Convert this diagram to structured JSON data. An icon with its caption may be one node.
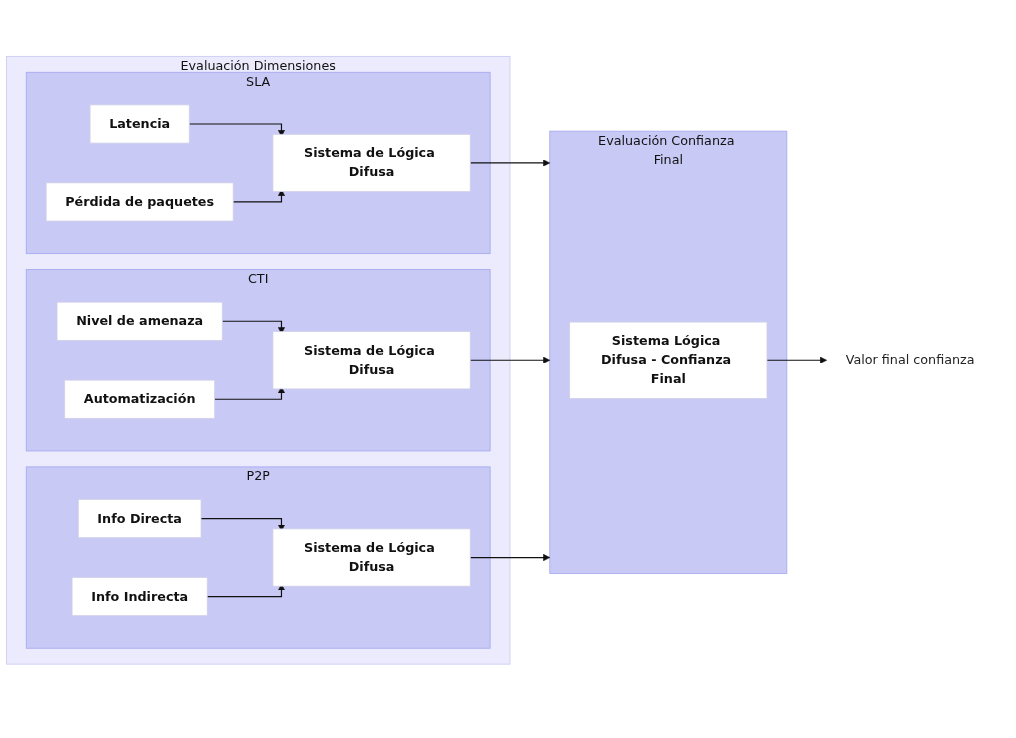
{
  "diagram": {
    "nodes": [
      {
        "text": [
          "Evaluación Dimensiones"
        ]
      },
      {
        "text": [
          "SLA"
        ],
        "in": 0
      },
      {
        "text": [
          "Latencia"
        ],
        "in": 1
      },
      {
        "text": [
          "Pérdida de paquetes"
        ],
        "in": 1
      },
      {
        "text": [
          "Sistema de Lógica Difusa"
        ],
        "in": 1
      },
      {
        "text": [
          "CTI"
        ],
        "in": 0
      },
      {
        "text": [
          "Nivel de amenaza"
        ],
        "in": 5
      },
      {
        "text": [
          "Automatización"
        ],
        "in": 5
      },
      {
        "text": [
          "Sistema de Lógica Difusa"
        ],
        "in": 5
      },
      {
        "text": [
          "P2P"
        ],
        "in": 0
      },
      {
        "text": [
          "Info Directa"
        ],
        "in": 9
      },
      {
        "text": [
          "Info Indirecta"
        ],
        "in": 9
      },
      {
        "text": [
          "Sistema de Lógica Difusa"
        ],
        "in": 9
      },
      {
        "text": [
          "Evaluación Confianza Final"
        ]
      },
      {
        "text": [
          "Sistema Lógica Difusa - Confianza Final"
        ],
        "in": 13
      },
      {
        "text": [
          "Valor final confianza"
        ]
      }
    ],
    "edges": [
      {
        "from": 2,
        "to": 4,
        "arrow": "to"
      },
      {
        "from": 3,
        "to": 4,
        "arrow": "to"
      },
      {
        "from": 6,
        "to": 8,
        "arrow": "to"
      },
      {
        "from": 7,
        "to": 8,
        "arrow": "to"
      },
      {
        "from": 10,
        "to": 12,
        "arrow": "to"
      },
      {
        "from": 11,
        "to": 12,
        "arrow": "to"
      },
      {
        "from": 4,
        "to": 13,
        "arrow": "to"
      },
      {
        "from": 8,
        "to": 13,
        "arrow": "to"
      },
      {
        "from": 12,
        "to": 13,
        "arrow": "to"
      },
      {
        "from": 14,
        "to": 15,
        "arrow": "to"
      }
    ]
  }
}
